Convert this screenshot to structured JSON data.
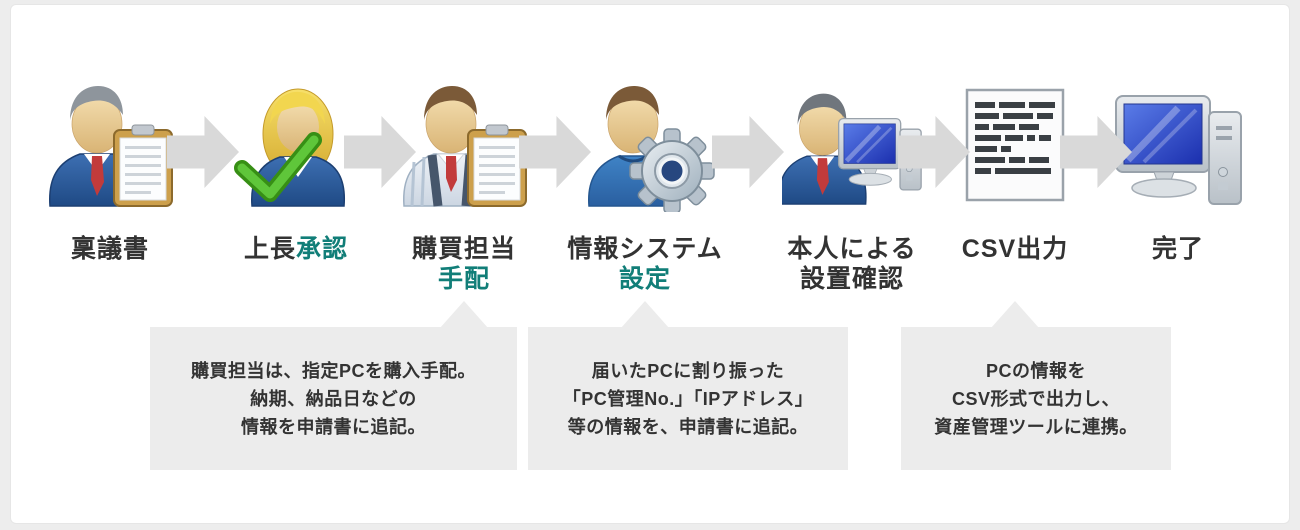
{
  "colors": {
    "accent_teal": "#117e78",
    "text": "#333333",
    "callout_bg": "#ececec",
    "arrow_gray": "#d9d9d9",
    "page_bg": "#ededed",
    "card_bg": "#ffffff"
  },
  "steps": [
    {
      "icon": "businessman-clipboard-icon",
      "title": "稟議書",
      "title_accent": "",
      "subtitle": "",
      "subtitle_accent": ""
    },
    {
      "icon": "woman-approval-check-icon",
      "title": "上長",
      "title_accent": "承認",
      "subtitle": "",
      "subtitle_accent": ""
    },
    {
      "icon": "purchaser-clipboard-icon",
      "title": "購買担当",
      "title_accent": "",
      "subtitle": "",
      "subtitle_accent": "手配"
    },
    {
      "icon": "it-staff-gear-icon",
      "title": "情報システム",
      "title_accent": "",
      "subtitle": "",
      "subtitle_accent": "設定"
    },
    {
      "icon": "user-with-pc-icon",
      "title": "本人による",
      "title_accent": "",
      "subtitle": "設置確認",
      "subtitle_accent": ""
    },
    {
      "icon": "csv-document-icon",
      "title": "CSV出力",
      "title_accent": "",
      "subtitle": "",
      "subtitle_accent": ""
    },
    {
      "icon": "desktop-pc-icon",
      "title": "完了",
      "title_accent": "",
      "subtitle": "",
      "subtitle_accent": ""
    }
  ],
  "callouts": [
    {
      "lines": [
        "購買担当は、指定PCを購入手配。",
        "納期、納品日などの",
        "情報を申請書に追記。"
      ]
    },
    {
      "lines": [
        "届いたPCに割り振った",
        "「PC管理No.」「IPアドレス」",
        "等の情報を、申請書に追記。"
      ]
    },
    {
      "lines": [
        "PCの情報を",
        "CSV形式で出力し、",
        "資産管理ツールに連携。"
      ]
    }
  ]
}
